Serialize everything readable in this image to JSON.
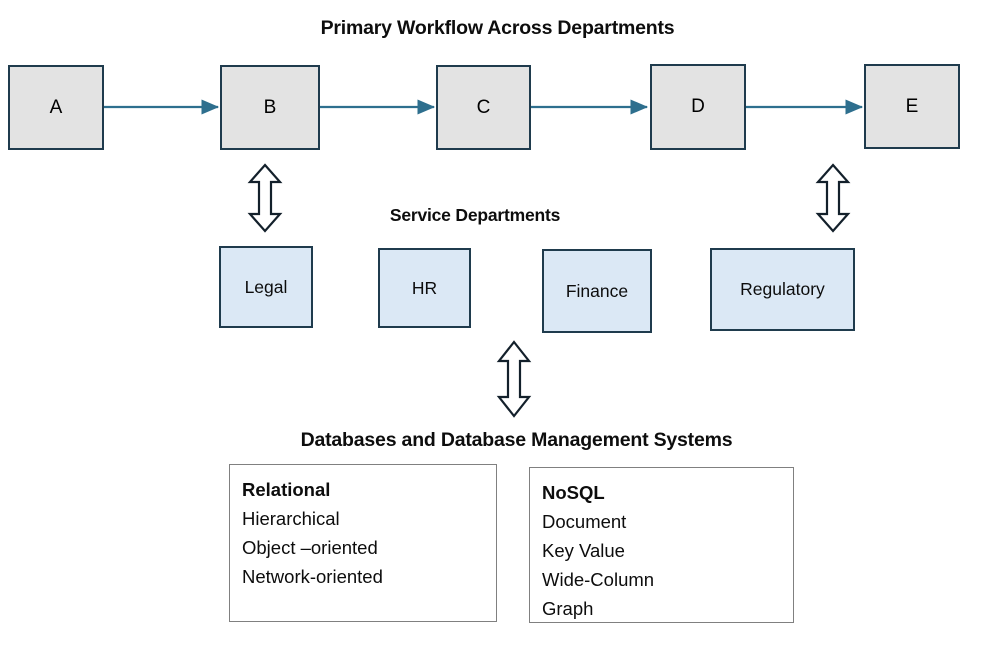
{
  "headings": {
    "primary_workflow": "Primary Workflow Across Departments",
    "service_departments": "Service Departments",
    "databases": "Databases and Database Management Systems"
  },
  "workflow": {
    "nodes": [
      {
        "label": "A"
      },
      {
        "label": "B"
      },
      {
        "label": "C"
      },
      {
        "label": "D"
      },
      {
        "label": "E"
      }
    ],
    "connector_count": 4,
    "box_fill": "#e3e3e3",
    "box_border": "#1f3b4d",
    "arrow_color": "#2e6f8e"
  },
  "service_departments": {
    "boxes": [
      {
        "label": "Legal"
      },
      {
        "label": "HR"
      },
      {
        "label": "Finance"
      },
      {
        "label": "Regulatory"
      }
    ],
    "box_fill": "#dbe8f5",
    "box_border": "#1f3b4d"
  },
  "vertical_links": [
    {
      "name": "legal-to-b"
    },
    {
      "name": "regulatory-to-d"
    },
    {
      "name": "hr-finance-to-databases"
    }
  ],
  "databases": {
    "groups": [
      {
        "heading": "Relational",
        "items": [
          "Hierarchical",
          "Object –oriented",
          "Network-oriented"
        ]
      },
      {
        "heading": "NoSQL",
        "items": [
          "Document",
          "Key Value",
          "Wide-Column",
          "Graph"
        ]
      }
    ],
    "box_border": "#808080",
    "box_fill": "#ffffff"
  }
}
